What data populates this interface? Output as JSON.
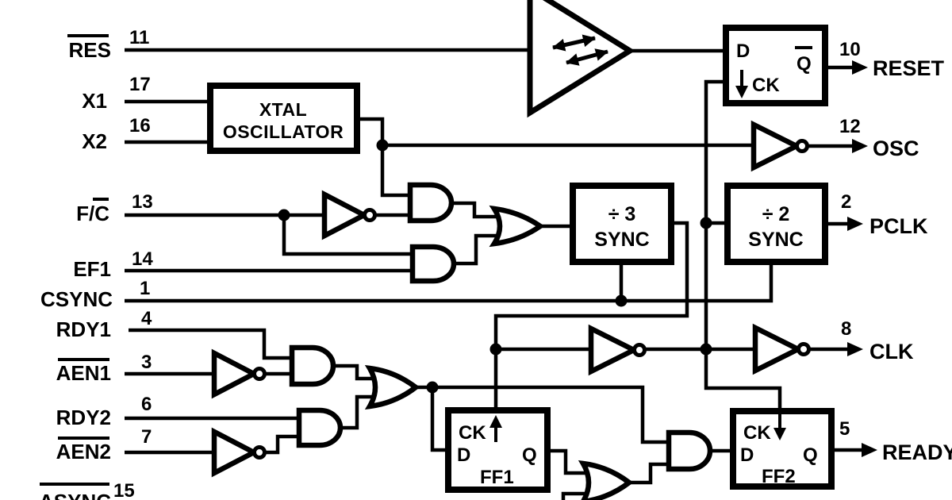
{
  "colors": {
    "ink": "#000000",
    "bg": "#ffffff"
  },
  "inputs": [
    {
      "label": "RES",
      "overline": true,
      "pin": "11"
    },
    {
      "label": "X1",
      "overline": false,
      "pin": "17"
    },
    {
      "label": "X2",
      "overline": false,
      "pin": "16"
    },
    {
      "label": "F/C",
      "overline": "C",
      "pin": "13"
    },
    {
      "label": "EF1",
      "overline": false,
      "pin": "14"
    },
    {
      "label": "CSYNC",
      "overline": false,
      "pin": "1"
    },
    {
      "label": "RDY1",
      "overline": false,
      "pin": "4"
    },
    {
      "label": "AEN1",
      "overline": true,
      "pin": "3"
    },
    {
      "label": "RDY2",
      "overline": false,
      "pin": "6"
    },
    {
      "label": "AEN2",
      "overline": true,
      "pin": "7"
    },
    {
      "label": "ASYNC",
      "overline": true,
      "pin": "15"
    }
  ],
  "outputs": [
    {
      "label": "RESET",
      "pin": "10"
    },
    {
      "label": "OSC",
      "pin": "12"
    },
    {
      "label": "PCLK",
      "pin": "2"
    },
    {
      "label": "CLK",
      "pin": "8"
    },
    {
      "label": "READY",
      "pin": "5"
    }
  ],
  "blocks": {
    "xtal": {
      "line1": "XTAL",
      "line2": "OSCILLATOR"
    },
    "div3": {
      "line1": "÷ 3",
      "line2": "SYNC"
    },
    "div2": {
      "line1": "÷ 2",
      "line2": "SYNC"
    },
    "reset_ff": {
      "d": "D",
      "ck": "CK",
      "q": "Q"
    },
    "ff1": {
      "ck": "CK",
      "d": "D",
      "q": "Q",
      "name": "FF1"
    },
    "ff2": {
      "ck": "CK",
      "d": "D",
      "q": "Q",
      "name": "FF2"
    }
  }
}
